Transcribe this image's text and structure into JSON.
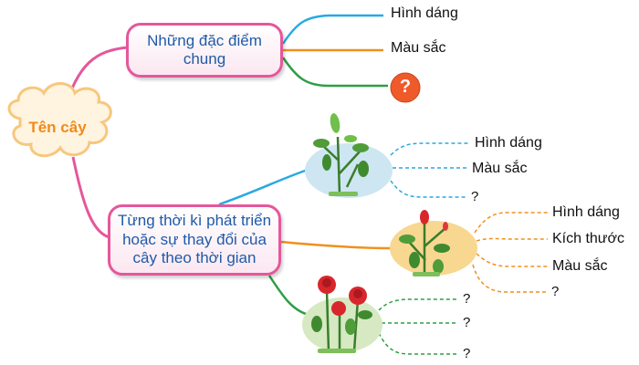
{
  "center": {
    "label": "Tên cây"
  },
  "common": {
    "line1": "Những đặc điểm",
    "line2": "chung",
    "items": [
      "Hình dáng",
      "Màu sắc"
    ],
    "question": "?"
  },
  "growth": {
    "line1": "Từng thời kì phát triển",
    "line2": "hoặc sự thay đổi của",
    "line3": "cây theo thời gian"
  },
  "stage1": {
    "items": [
      "Hình dáng",
      "Màu sắc",
      "?"
    ]
  },
  "stage2": {
    "items": [
      "Hình dáng",
      "Kích thước",
      "Màu sắc",
      "?"
    ]
  },
  "stage3": {
    "items": [
      "?",
      "?",
      "?"
    ]
  },
  "colors": {
    "pink": "#e5579b",
    "blue": "#29a9e1",
    "orange": "#f0901e",
    "green": "#2e9e45",
    "question_fill": "#ef5a2a",
    "title": "#1f5aa8",
    "cloud_text": "#f08a1d"
  }
}
